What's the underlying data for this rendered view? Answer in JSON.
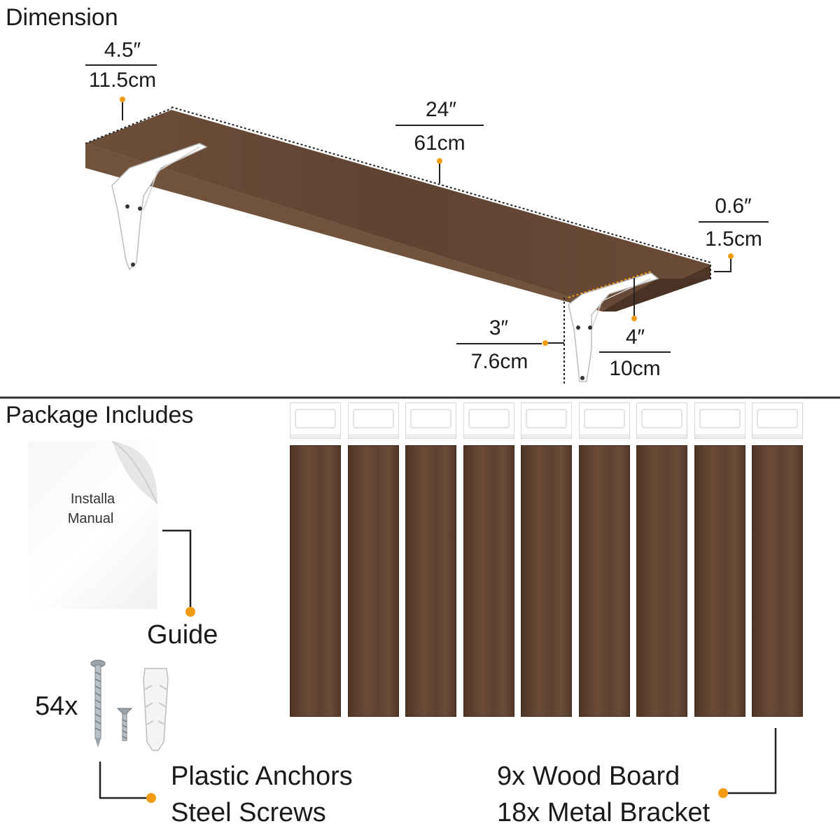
{
  "section_titles": {
    "dimension": "Dimension",
    "package": "Package Includes"
  },
  "dimensions": {
    "depth": {
      "imperial": "4.5″",
      "metric": "11.5cm"
    },
    "length": {
      "imperial": "24″",
      "metric": "61cm"
    },
    "thickness": {
      "imperial": "0.6″",
      "metric": "1.5cm"
    },
    "bracket_height": {
      "imperial": "3″",
      "metric": "7.6cm"
    },
    "bracket_depth": {
      "imperial": "4″",
      "metric": "10cm"
    }
  },
  "package": {
    "manual_line1": "Installa",
    "manual_line2": "Manual",
    "guide_label": "Guide",
    "hardware_count": "54x",
    "hardware_line1": "Plastic Anchors",
    "hardware_line2": "Steel Screws",
    "boards_line1": "9x Wood Board",
    "boards_line2": "18x Metal Bracket"
  },
  "board_count": 9,
  "colors": {
    "accent_dot": "#f39c12",
    "wood_dark": "#5b4030",
    "wood_mid": "#6e4f3a",
    "bracket": "#ffffff"
  }
}
